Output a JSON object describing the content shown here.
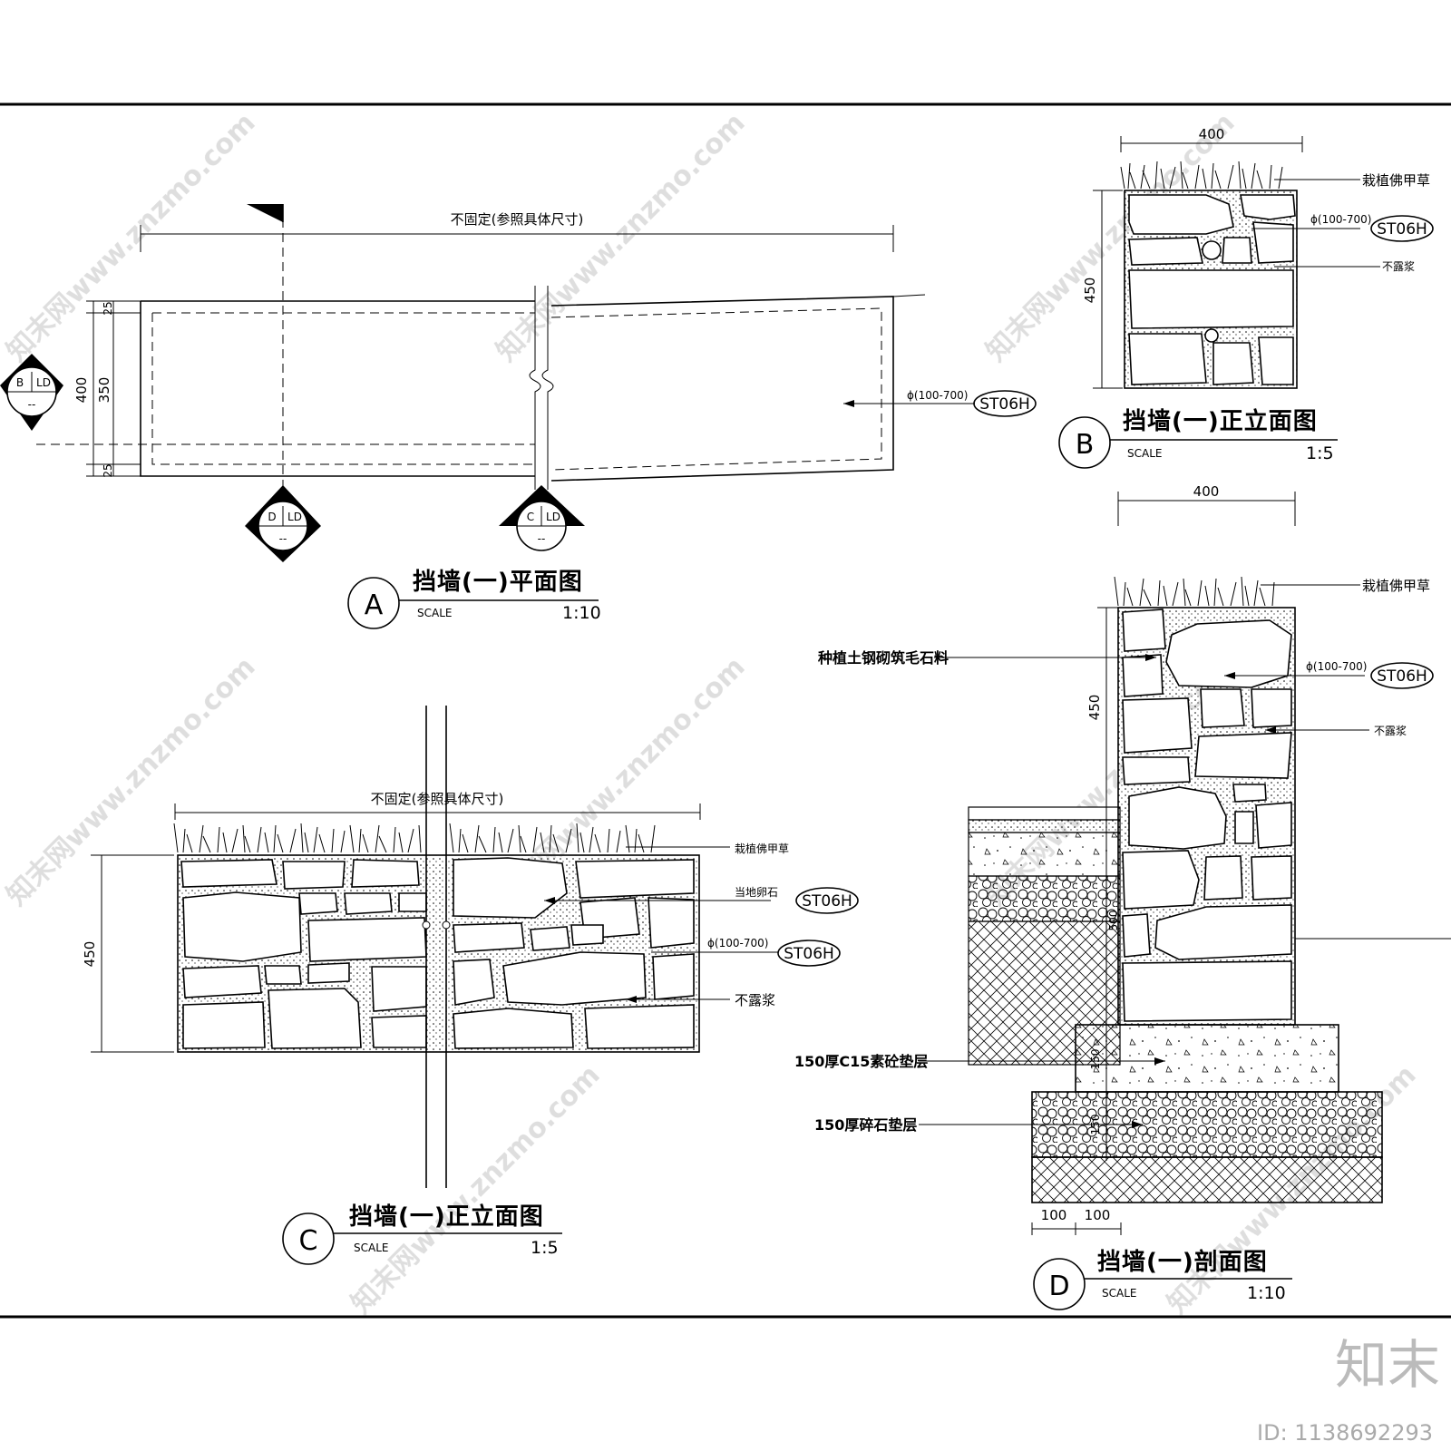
{
  "views": {
    "A": {
      "label": "A",
      "title": "挡墙(一)平面图",
      "scale_word": "SCALE",
      "scale": "1:10",
      "dim_overall": "不固定(参照具体尺寸)",
      "dims": [
        "25",
        "400",
        "350",
        "25"
      ],
      "material_size": "ϕ(100-700)",
      "material_tag": "ST06H",
      "markers": [
        {
          "letter": "B",
          "sheet": "LD",
          "num": "--"
        },
        {
          "letter": "D",
          "sheet": "LD",
          "num": "--"
        },
        {
          "letter": "C",
          "sheet": "LD",
          "num": "--"
        }
      ]
    },
    "B": {
      "label": "B",
      "title": "挡墙(一)正立面图",
      "scale_word": "SCALE",
      "scale": "1:5",
      "dim_width": "400",
      "dim_height": "450",
      "grass_label": "栽植佛甲草",
      "material_size": "ϕ(100-700)",
      "material_tag": "ST06H",
      "joint_label": "不露浆"
    },
    "C": {
      "label": "C",
      "title": "挡墙(一)正立面图",
      "scale_word": "SCALE",
      "scale": "1:5",
      "dim_overall": "不固定(参照具体尺寸)",
      "dim_height": "450",
      "grass_label": "栽植佛甲草",
      "stone_label": "当地卵石",
      "stone_tag": "ST06H",
      "material_size": "ϕ(100-700)",
      "material_tag": "ST06H",
      "joint_label": "不露浆"
    },
    "D": {
      "label": "D",
      "title": "挡墙(一)剖面图",
      "scale_word": "SCALE",
      "scale": "1:10",
      "dim_width": "400",
      "dim_wall": "450",
      "dim_footing": "500",
      "dim_concrete": "150",
      "dim_gravel": "150",
      "dim_bottom_1": "100",
      "dim_bottom_2": "100",
      "grass_label": "栽植佛甲草",
      "masonry_label": "种植土钢砌筑毛石料",
      "material_size": "ϕ(100-700)",
      "material_tag": "ST06H",
      "joint_label": "不露浆",
      "concrete_label": "150厚C15素砼垫层",
      "gravel_label": "150厚碎石垫层"
    }
  },
  "brand": {
    "logo": "知末",
    "id_text": "ID: 1138692293",
    "watermark": "知末网www.znzmo.com"
  }
}
